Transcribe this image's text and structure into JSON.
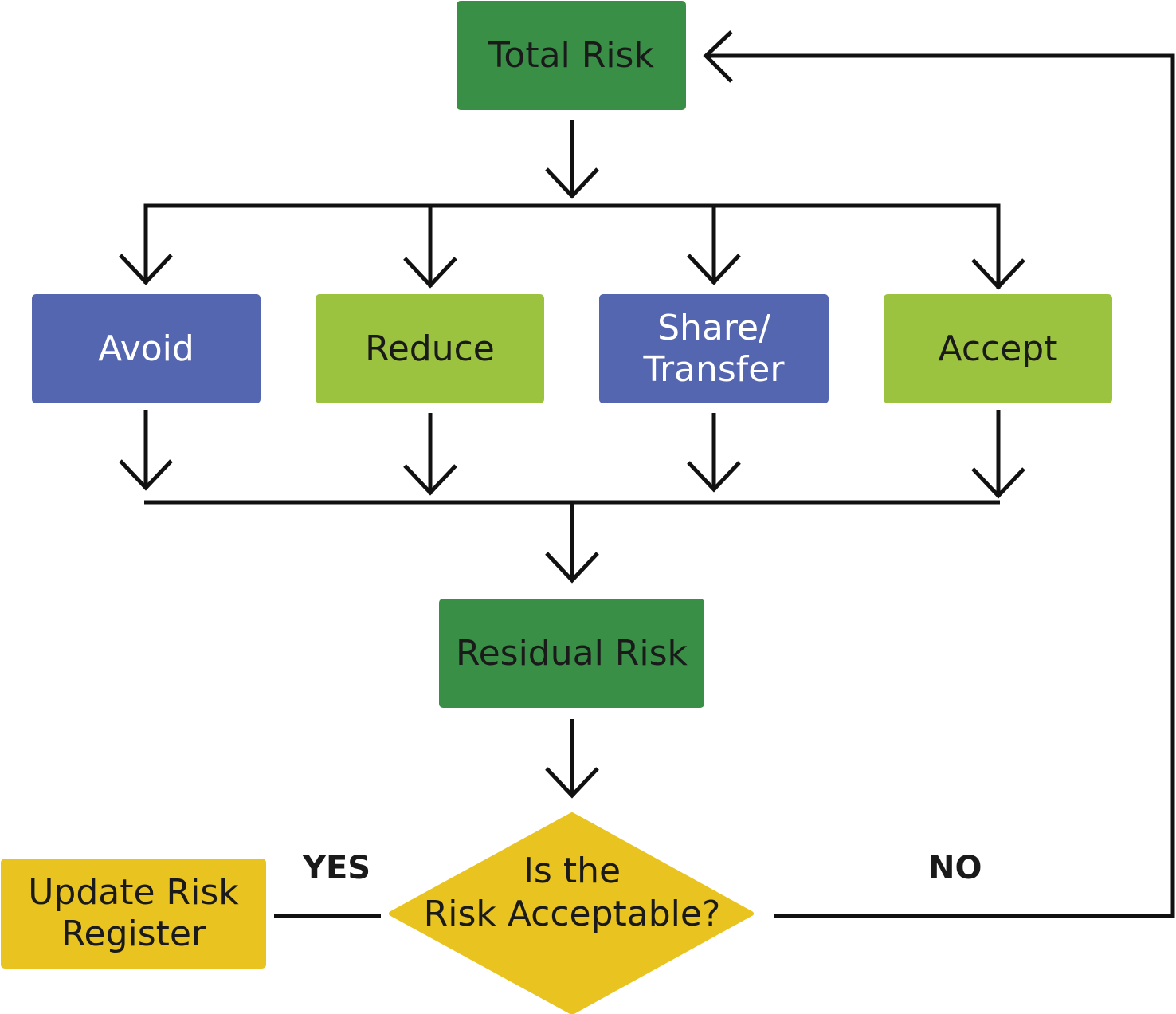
{
  "colors": {
    "dark_green": "#3a8f47",
    "light_green": "#9cc33f",
    "blue": "#5566b1",
    "yellow": "#e9c420",
    "line": "#111111"
  },
  "nodes": {
    "total_risk": "Total Risk",
    "avoid": "Avoid",
    "reduce": "Reduce",
    "share_line1": "Share/",
    "share_line2": "Transfer",
    "accept": "Accept",
    "residual_risk": "Residual Risk",
    "decision_line1": "Is the",
    "decision_line2": "Risk Acceptable?",
    "update_line1": "Update Risk",
    "update_line2": "Register"
  },
  "edges": {
    "yes_label": "YES",
    "no_label": "NO"
  }
}
